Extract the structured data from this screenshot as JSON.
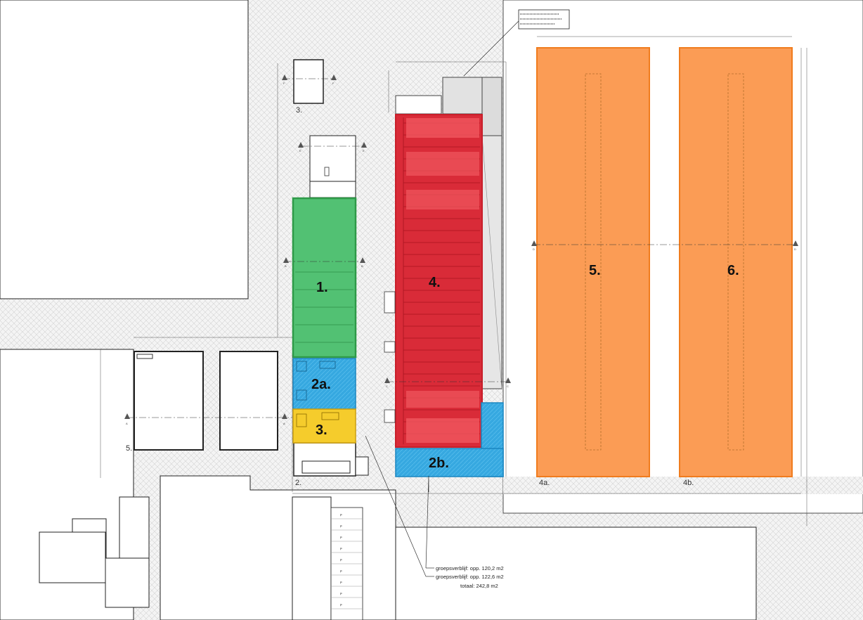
{
  "zones": {
    "z1": {
      "label": "1.",
      "color": "#52c173"
    },
    "z2a": {
      "label": "2a.",
      "color": "#36a8e0"
    },
    "z2b": {
      "label": "2b.",
      "color": "#36a8e0"
    },
    "z3": {
      "label": "3.",
      "color": "#f5cc2c"
    },
    "z4": {
      "label": "4.",
      "color": "#d92b38"
    },
    "z5": {
      "label": "5.",
      "color": "#fb9c55"
    },
    "z6": {
      "label": "6.",
      "color": "#fb9c55"
    }
  },
  "markers": {
    "m2": "2.",
    "m3": "3.",
    "m4a": "4a.",
    "m4b": "4b.",
    "m5": "5."
  },
  "section_marks": {
    "a": "A",
    "b": "B",
    "c": "C",
    "d": "D",
    "e": "E",
    "f": "F"
  },
  "callout": {
    "line1": "groepsverblijf: opp. 120,2 m2",
    "line2": "groepsverblijf: opp. 122,6 m2",
    "total": "totaal: 242,8 m2"
  },
  "parking_symbol": "P"
}
